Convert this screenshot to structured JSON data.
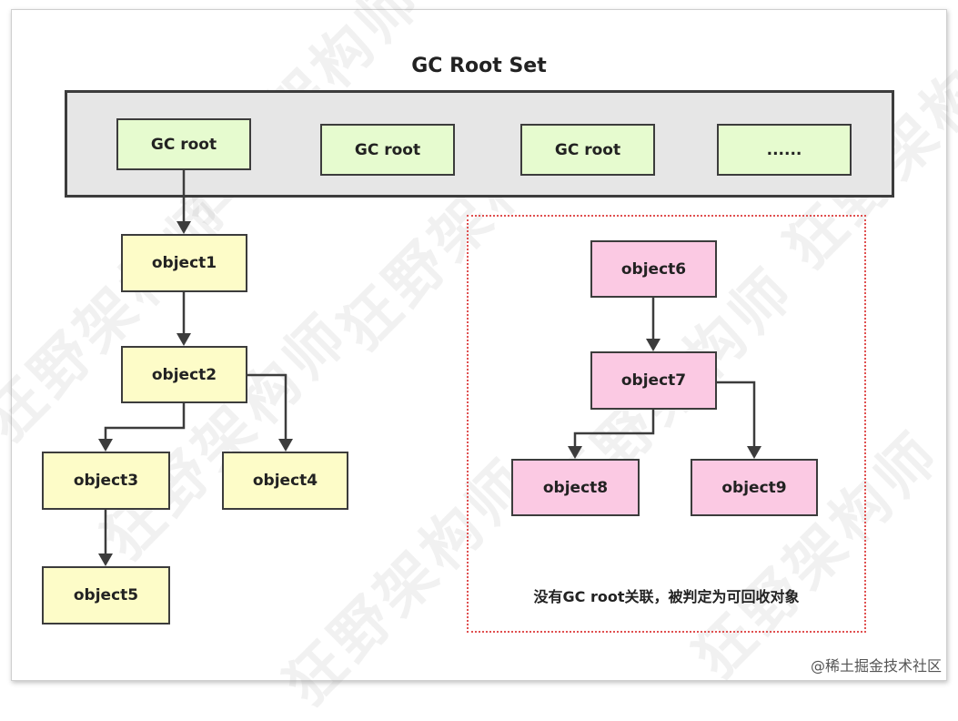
{
  "title": "GC Root Set",
  "roots": [
    "GC root",
    "GC root",
    "GC root",
    "......"
  ],
  "objects": {
    "object1": "object1",
    "object2": "object2",
    "object3": "object3",
    "object4": "object4",
    "object5": "object5",
    "object6": "object6",
    "object7": "object7",
    "object8": "object8",
    "object9": "object9"
  },
  "unreachable_note": "没有GC root关联，被判定为可回收对象",
  "watermark_text": "狂野架构师",
  "credit": "@稀土掘金技术社区",
  "colors": {
    "root_fill": "#e6fbcf",
    "reachable_fill": "#fdfcc8",
    "unreachable_fill": "#fbc9e3",
    "rootset_fill": "#e6e6e6",
    "border": "#3c3c3c",
    "unreachable_region_border": "#e05050"
  }
}
